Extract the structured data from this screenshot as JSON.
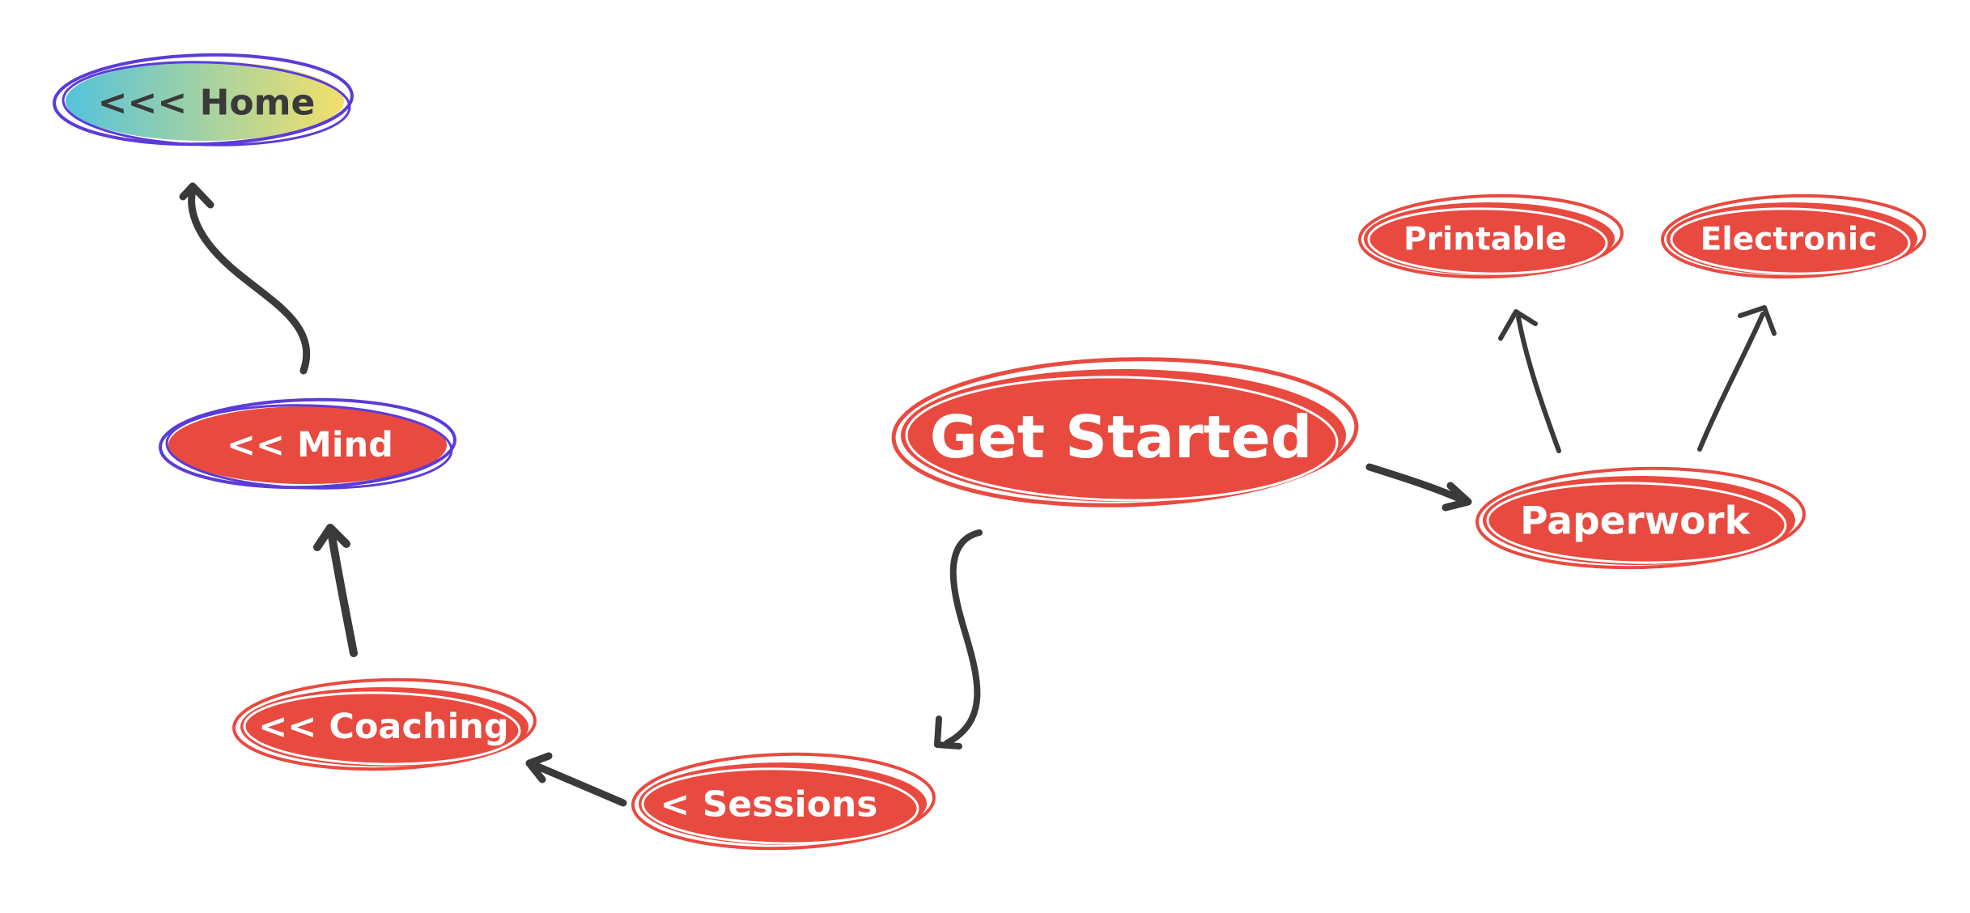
{
  "nodes": {
    "home": {
      "label": "<<< Home"
    },
    "mind": {
      "label": "<< Mind"
    },
    "coaching": {
      "label": "<< Coaching"
    },
    "sessions": {
      "label": "< Sessions"
    },
    "get_started": {
      "label": "Get Started"
    },
    "paperwork": {
      "label": "Paperwork"
    },
    "printable": {
      "label": "Printable"
    },
    "electronic": {
      "label": "Electronic"
    }
  },
  "colors": {
    "node_fill": "#e84a40",
    "node_outline_red": "#e84a40",
    "node_outline_purple": "#5b3bd8",
    "arrow": "#3a3a3a",
    "text_light": "#ffffff",
    "text_dark": "#3a3a3a",
    "home_gradient_start": "#55c3dc",
    "home_gradient_end": "#f2e06a"
  }
}
